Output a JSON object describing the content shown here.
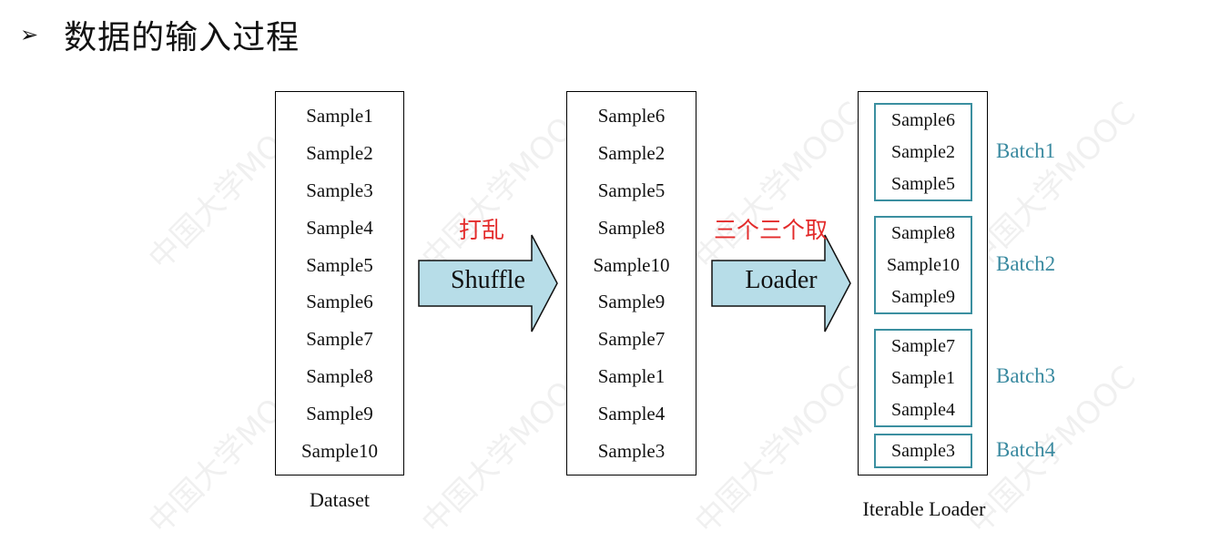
{
  "heading": {
    "bullet": "➢",
    "title": "数据的输入过程"
  },
  "dataset": {
    "caption": "Dataset",
    "samples": [
      "Sample1",
      "Sample2",
      "Sample3",
      "Sample4",
      "Sample5",
      "Sample6",
      "Sample7",
      "Sample8",
      "Sample9",
      "Sample10"
    ]
  },
  "shuffle_step": {
    "label_cn": "打乱",
    "arrow_text": "Shuffle"
  },
  "shuffled": {
    "samples": [
      "Sample6",
      "Sample2",
      "Sample5",
      "Sample8",
      "Sample10",
      "Sample9",
      "Sample7",
      "Sample1",
      "Sample4",
      "Sample3"
    ]
  },
  "loader_step": {
    "label_cn": "三个三个取",
    "arrow_text": "Loader"
  },
  "iterable_loader": {
    "caption": "Iterable Loader",
    "batches": [
      {
        "name": "Batch1",
        "samples": [
          "Sample6",
          "Sample2",
          "Sample5"
        ]
      },
      {
        "name": "Batch2",
        "samples": [
          "Sample8",
          "Sample10",
          "Sample9"
        ]
      },
      {
        "name": "Batch3",
        "samples": [
          "Sample7",
          "Sample1",
          "Sample4"
        ]
      },
      {
        "name": "Batch4",
        "samples": [
          "Sample3"
        ]
      }
    ]
  },
  "watermark": {
    "text": "中国大学MOOC"
  },
  "colors": {
    "arrow_fill": "#b7dde8",
    "batch_border": "#3b8fa0",
    "batch_label": "#3a8aa0",
    "red_label": "#e32b2b"
  }
}
